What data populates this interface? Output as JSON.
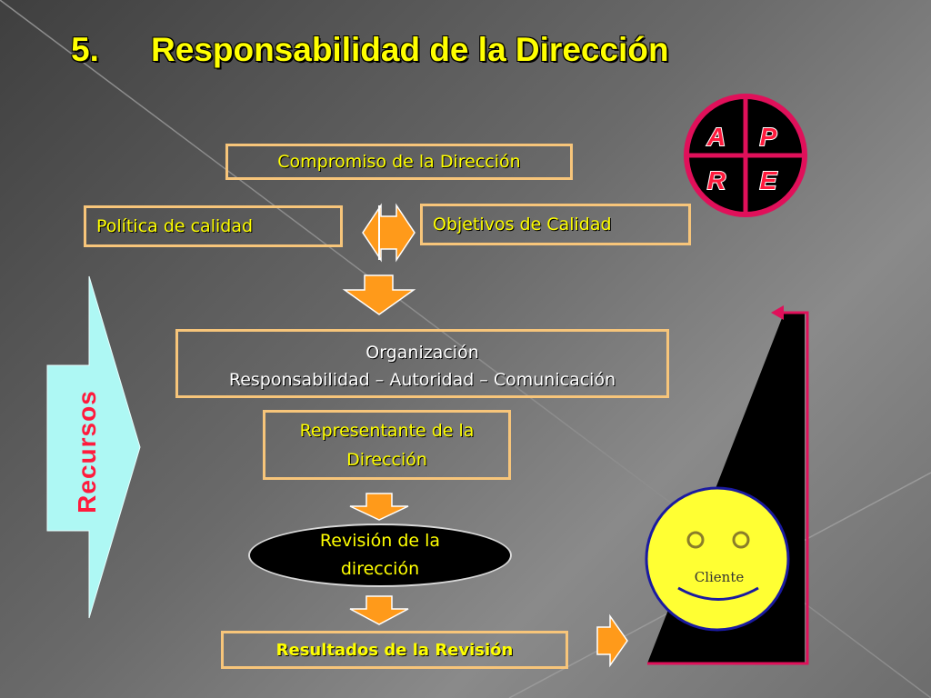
{
  "title": {
    "number": "5.",
    "text": "Responsabilidad de la Dirección"
  },
  "boxes": {
    "compromiso": "Compromiso de la Dirección",
    "politica": "Política de calidad",
    "objetivos": "Objetivos de Calidad",
    "organizacion_line1": "Organización",
    "organizacion_line2": "Responsabilidad – Autoridad – Comunicación",
    "representante_line1": "Representante de la",
    "representante_line2": "Dirección",
    "revision_line1": "Revisión de la",
    "revision_line2": "dirección",
    "resultados": "Resultados de la Revisión"
  },
  "side": {
    "recursos": "Recursos"
  },
  "apre": {
    "a": "A",
    "p": "P",
    "r": "R",
    "e": "E"
  },
  "cliente": {
    "label": "Cliente"
  },
  "colors": {
    "title_text": "#ffff00",
    "box_border": "#f7c57a",
    "arrow_fill": "#ff9a1a",
    "recursos_fill": "#aef8f4",
    "recursos_text": "#ff1a3c",
    "apre_ring": "#e0105a",
    "smiley_fill": "#ffff33",
    "smiley_outline": "#1a1aa0",
    "cliente_bracket": "#e0105a"
  }
}
